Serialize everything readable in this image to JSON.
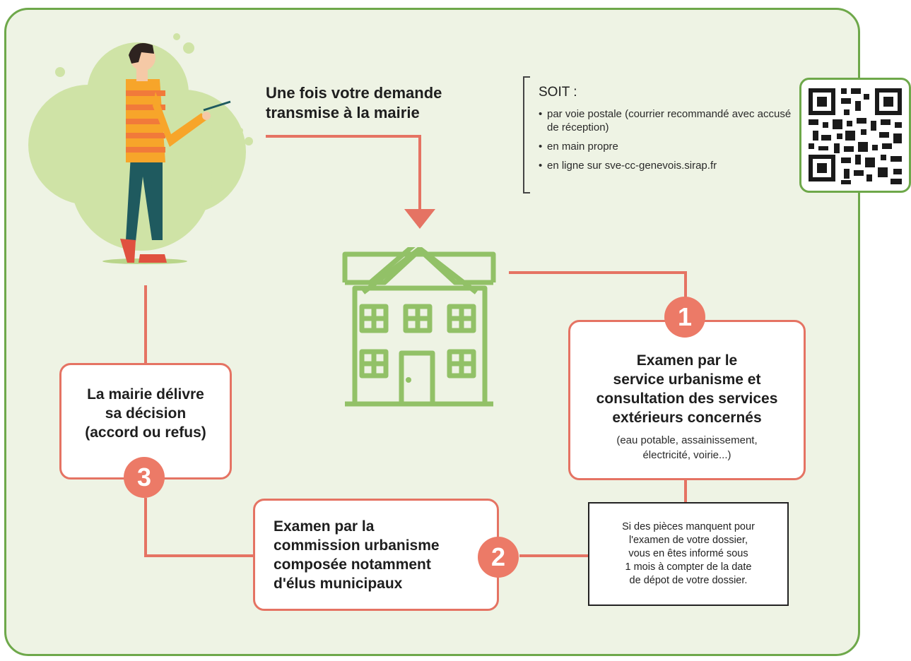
{
  "heading": "Une fois votre demande\ntransmise à la mairie",
  "channels": {
    "title": "SOIT :",
    "items": [
      "par voie postale (courrier recommandé avec accusé de réception)",
      "en main propre",
      "en ligne sur sve-cc-genevois.sirap.fr"
    ]
  },
  "steps": [
    {
      "number": "1",
      "title": "Examen par le\nservice urbanisme et\nconsultation des services\nextérieurs concernés",
      "detail": "(eau potable, assainissement,\nélectricité, voirie...)"
    },
    {
      "number": "2",
      "title": "Examen par la\ncommission urbanisme\ncomposée notamment\nd'élus municipaux"
    },
    {
      "number": "3",
      "title": "La mairie délivre\nsa décision\n(accord ou refus)"
    }
  ],
  "note": "Si des pièces manquent pour\nl'examen de votre dossier,\nvous en êtes informé sous\n1 mois à compter de la date\nde dépot de votre dossier.",
  "colors": {
    "accent": "#ec7a67",
    "green": "#6ea84a",
    "background": "#eef3e4"
  },
  "icons": [
    "person-illustration",
    "town-hall-icon",
    "qr-code"
  ]
}
